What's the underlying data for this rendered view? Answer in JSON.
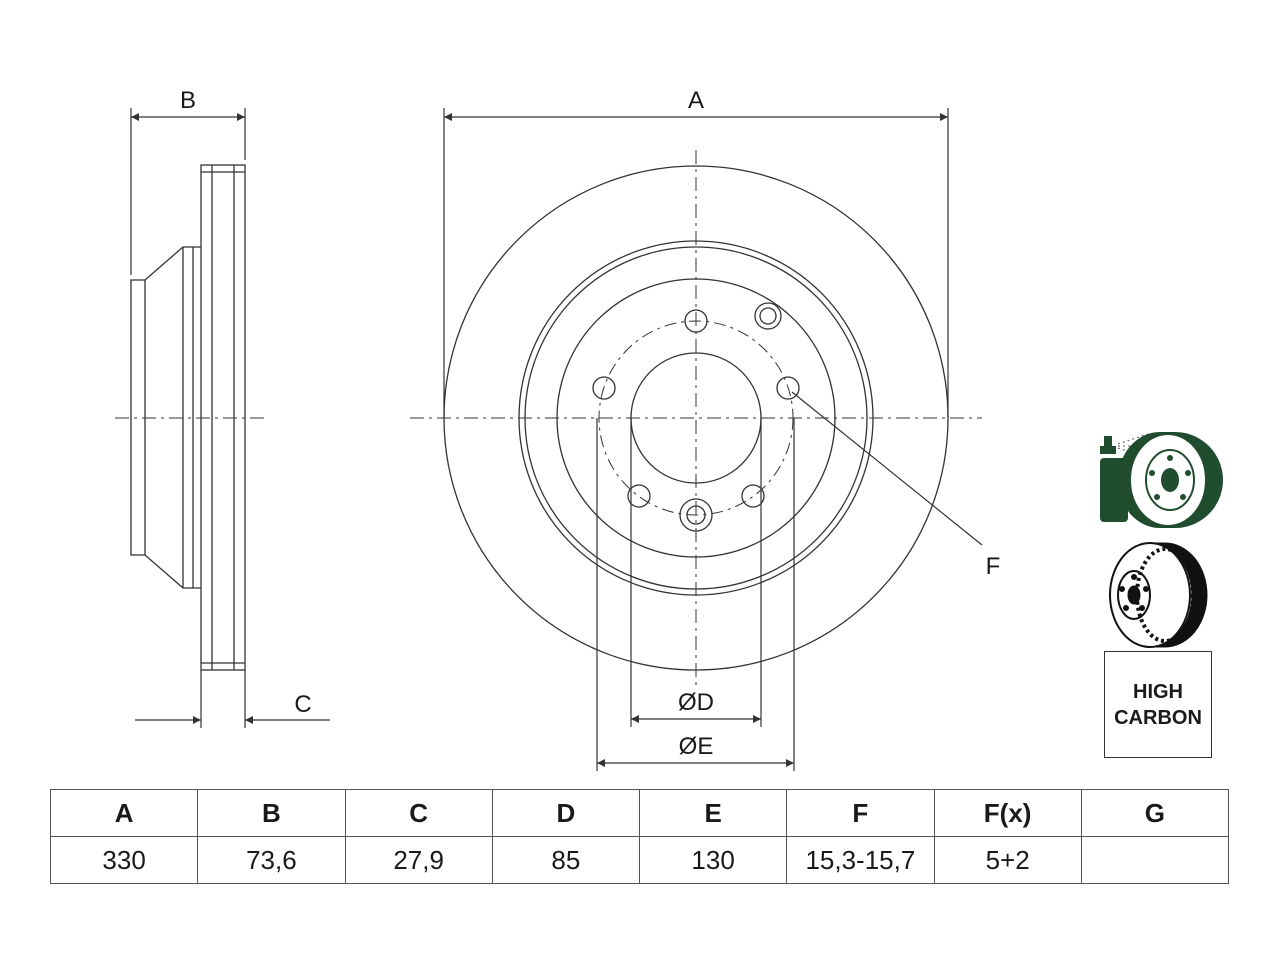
{
  "labels": {
    "a": "A",
    "b": "B",
    "c": "C",
    "d": "ØD",
    "e": "ØE",
    "f": "F"
  },
  "badge": {
    "line1": "HIGH",
    "line2": "CARBON"
  },
  "icons": [
    "spray-coating-icon",
    "vented-disc-icon"
  ],
  "table": {
    "headers": [
      "A",
      "B",
      "C",
      "D",
      "E",
      "F",
      "F(x)",
      "G"
    ],
    "values": [
      "330",
      "73,6",
      "27,9",
      "85",
      "130",
      "15,3-15,7",
      "5+2",
      ""
    ]
  },
  "colors": {
    "line": "#333333",
    "coating": "#1f4d2e"
  }
}
